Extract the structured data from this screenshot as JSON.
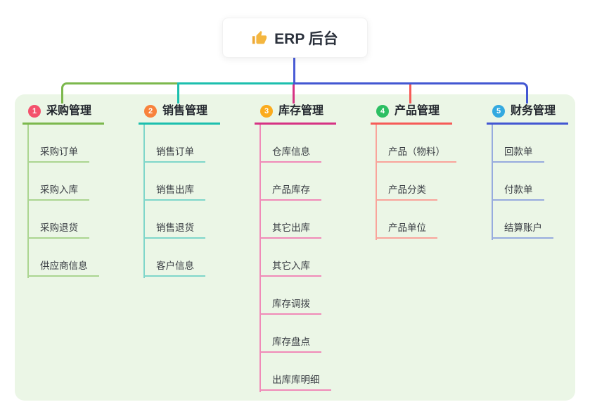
{
  "root": {
    "label": "ERP 后台",
    "icon": "thumbs-up-icon"
  },
  "theme": {
    "page_bg": "#ffffff",
    "panel_bg": "#ebf6e6",
    "root_connector_color": "#4a5cd6",
    "thumb_icon_color": "#f4b63f"
  },
  "branches": [
    {
      "num": "1",
      "label": "采购管理",
      "badge_color": "#f4516c",
      "main_color": "#7cb84d",
      "light_color": "#abd591",
      "children": [
        "采购订单",
        "采购入库",
        "采购退货",
        "供应商信息"
      ]
    },
    {
      "num": "2",
      "label": "销售管理",
      "badge_color": "#f8823c",
      "main_color": "#1cbfae",
      "light_color": "#7fd6ca",
      "children": [
        "销售订单",
        "销售出库",
        "销售退货",
        "客户信息"
      ]
    },
    {
      "num": "3",
      "label": "库存管理",
      "badge_color": "#fbab1d",
      "main_color": "#d63384",
      "light_color": "#f08ab8",
      "children": [
        "仓库信息",
        "产品库存",
        "其它出库",
        "其它入库",
        "库存调拨",
        "库存盘点",
        "出库库明细"
      ]
    },
    {
      "num": "4",
      "label": "产品管理",
      "badge_color": "#2cbf63",
      "main_color": "#f65b57",
      "light_color": "#f9a49b",
      "children": [
        "产品（物料）",
        "产品分类",
        "产品单位"
      ]
    },
    {
      "num": "5",
      "label": "财务管理",
      "badge_color": "#33a9e0",
      "main_color": "#4357d2",
      "light_color": "#97abde",
      "children": [
        "回款单",
        "付款单",
        "结算账户"
      ]
    }
  ]
}
